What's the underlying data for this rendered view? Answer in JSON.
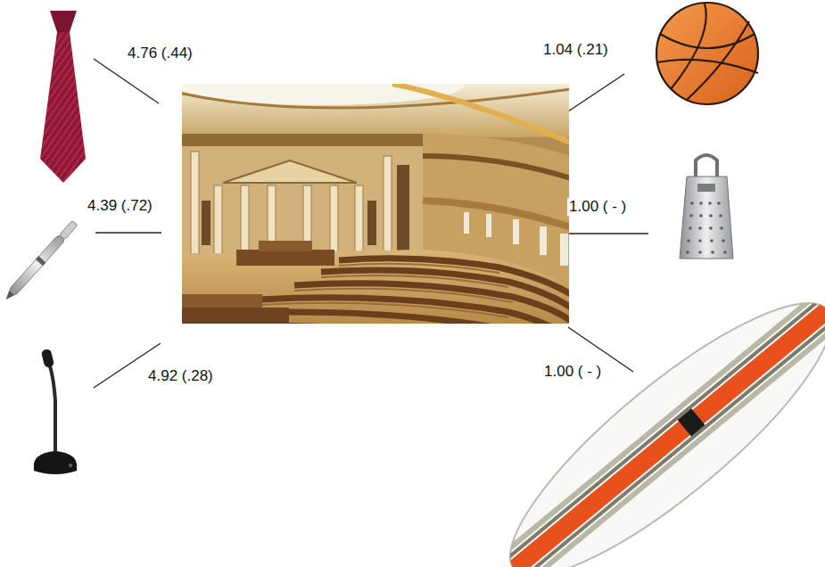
{
  "diagram": {
    "labels": [
      "4.76 (.44)",
      "4.39 (.72)",
      "4.92 (.28)",
      "1.04 (.21)",
      "1.00 ( - )",
      "1.00 ( - )"
    ]
  }
}
